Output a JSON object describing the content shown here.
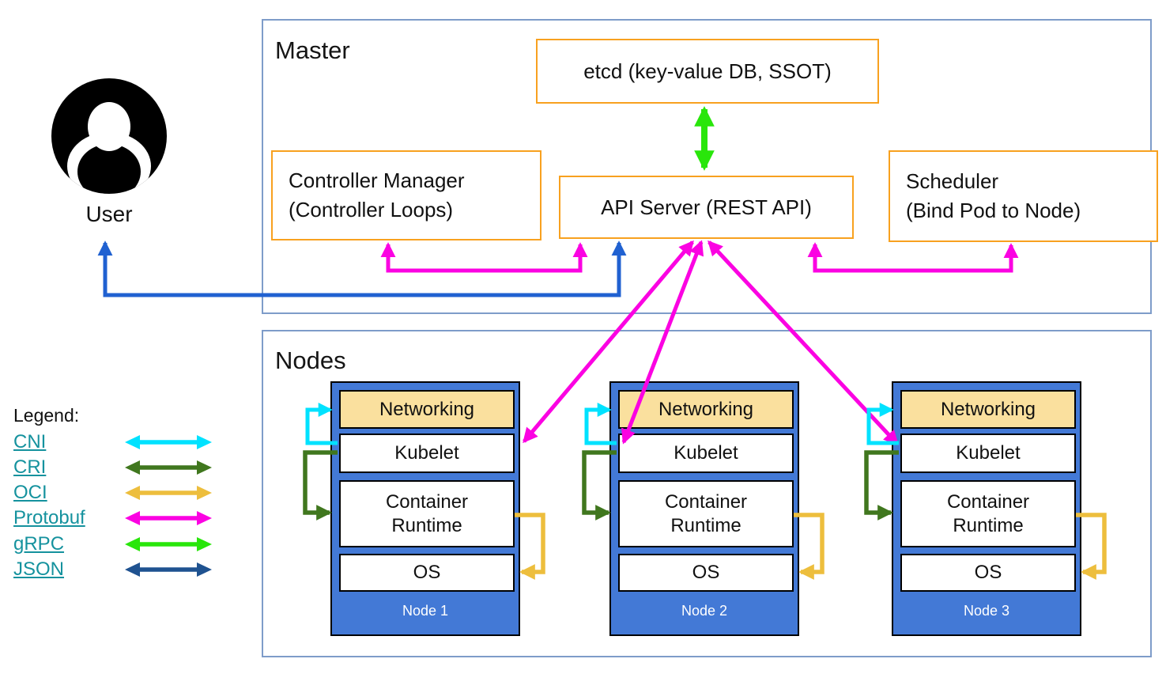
{
  "user": {
    "label": "User"
  },
  "master": {
    "title": "Master",
    "etcd_label": "etcd (key-value DB, SSOT)",
    "controller_manager": {
      "line1": "Controller Manager",
      "line2": "(Controller Loops)"
    },
    "api_server_label": "API Server (REST API)",
    "scheduler": {
      "line1": "Scheduler",
      "line2": "(Bind Pod to Node)"
    }
  },
  "nodes": {
    "title": "Nodes",
    "items": [
      {
        "label": "Node 1",
        "networking": "Networking",
        "kubelet": "Kubelet",
        "runtime": "Container Runtime",
        "os": "OS"
      },
      {
        "label": "Node 2",
        "networking": "Networking",
        "kubelet": "Kubelet",
        "runtime": "Container Runtime",
        "os": "OS"
      },
      {
        "label": "Node 3",
        "networking": "Networking",
        "kubelet": "Kubelet",
        "runtime": "Container Runtime",
        "os": "OS"
      }
    ]
  },
  "legend": {
    "title": "Legend:",
    "items": [
      {
        "label": "CNI",
        "color": "#00e2ff"
      },
      {
        "label": "CRI",
        "color": "#40771e"
      },
      {
        "label": "OCI",
        "color": "#edbe3d"
      },
      {
        "label": "Protobuf",
        "color": "#fb02e2"
      },
      {
        "label": "gRPC",
        "color": "#29e60b"
      },
      {
        "label": "JSON",
        "color": "#1f5290"
      }
    ]
  },
  "colors": {
    "orange_box_border": "#f8a11f",
    "group_box_border": "#7e9cc9",
    "node_fill": "#4379d6",
    "networking_fill": "#fae09e",
    "user_arrow_blue": "#2061d1",
    "legend_link_teal": "#15929e"
  }
}
